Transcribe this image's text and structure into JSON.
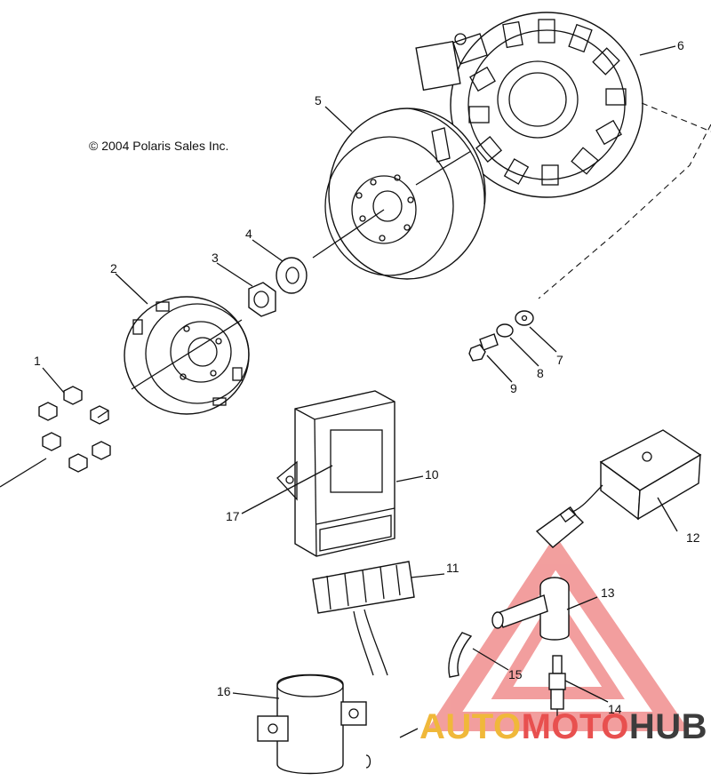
{
  "copyright": "© 2004 Polaris Sales Inc.",
  "callouts": [
    "1",
    "2",
    "3",
    "4",
    "5",
    "6",
    "7",
    "8",
    "9",
    "10",
    "11",
    "12",
    "13",
    "14",
    "15",
    "16",
    "17"
  ],
  "watermark": {
    "part1": "AUTO",
    "part2": "MOTO",
    "part3": "HUB"
  },
  "colors": {
    "line": "#111111",
    "watermark_red": "#e8504f",
    "watermark_yellow": "#f0b83a",
    "watermark_dark": "#3c3c3c"
  }
}
